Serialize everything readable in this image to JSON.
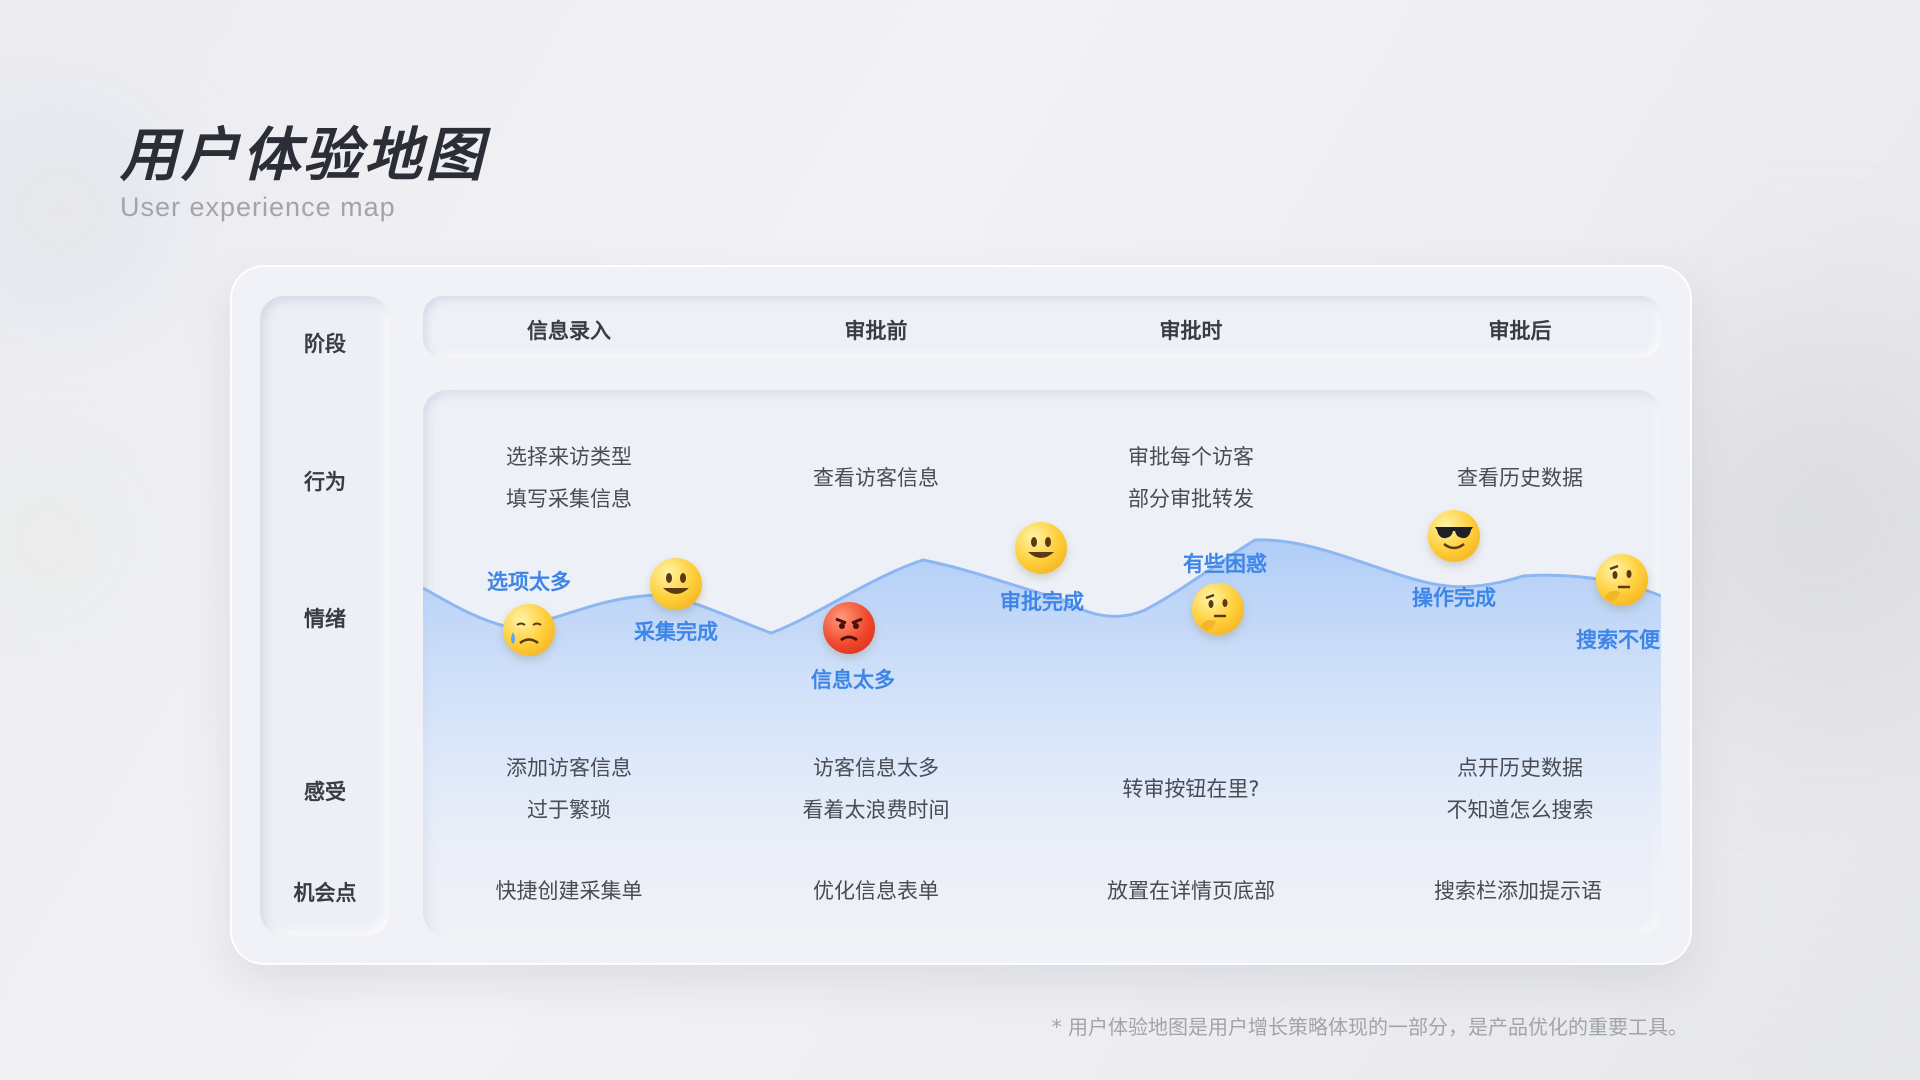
{
  "header": {
    "title": "用户体验地图",
    "subtitle": "User experience map"
  },
  "row_labels": {
    "stage": "阶段",
    "behavior": "行为",
    "emotion": "情绪",
    "feeling": "感受",
    "opportunity": "机会点"
  },
  "stages": [
    {
      "name": "信息录入",
      "behavior": [
        "选择来访类型",
        "填写采集信息"
      ],
      "feeling": [
        "添加访客信息",
        "过于繁琐"
      ],
      "opportunity": "快捷创建采集单"
    },
    {
      "name": "审批前",
      "behavior": [
        "查看访客信息"
      ],
      "feeling": [
        "访客信息太多",
        "看着太浪费时间"
      ],
      "opportunity": "优化信息表单"
    },
    {
      "name": "审批时",
      "behavior": [
        "审批每个访客",
        "部分审批转发"
      ],
      "feeling": [
        "转审按钮在里?"
      ],
      "opportunity": "放置在详情页底部"
    },
    {
      "name": "审批后",
      "behavior": [
        "查看历史数据"
      ],
      "feeling": [
        "点开历史数据",
        "不知道怎么搜索"
      ],
      "opportunity": "搜索栏添加提示语"
    }
  ],
  "emotions": [
    {
      "label": "选项太多",
      "icon": "sad-tear-emoji-icon",
      "mood": "sad"
    },
    {
      "label": "采集完成",
      "icon": "smile-emoji-icon",
      "mood": "happy"
    },
    {
      "label": "信息太多",
      "icon": "angry-emoji-icon",
      "mood": "angry"
    },
    {
      "label": "审批完成",
      "icon": "smile-emoji-icon",
      "mood": "happy"
    },
    {
      "label": "有些困惑",
      "icon": "thinking-emoji-icon",
      "mood": "confused"
    },
    {
      "label": "操作完成",
      "icon": "sunglasses-emoji-icon",
      "mood": "cool"
    },
    {
      "label": "搜索不便",
      "icon": "thinking-emoji-icon",
      "mood": "confused"
    }
  ],
  "footnote": "* 用户体验地图是用户增长策略体现的一部分，是产品优化的重要工具。",
  "colors": {
    "accent": "#3d86e8",
    "curve": "#8db7f2",
    "title": "#2b2e36"
  }
}
